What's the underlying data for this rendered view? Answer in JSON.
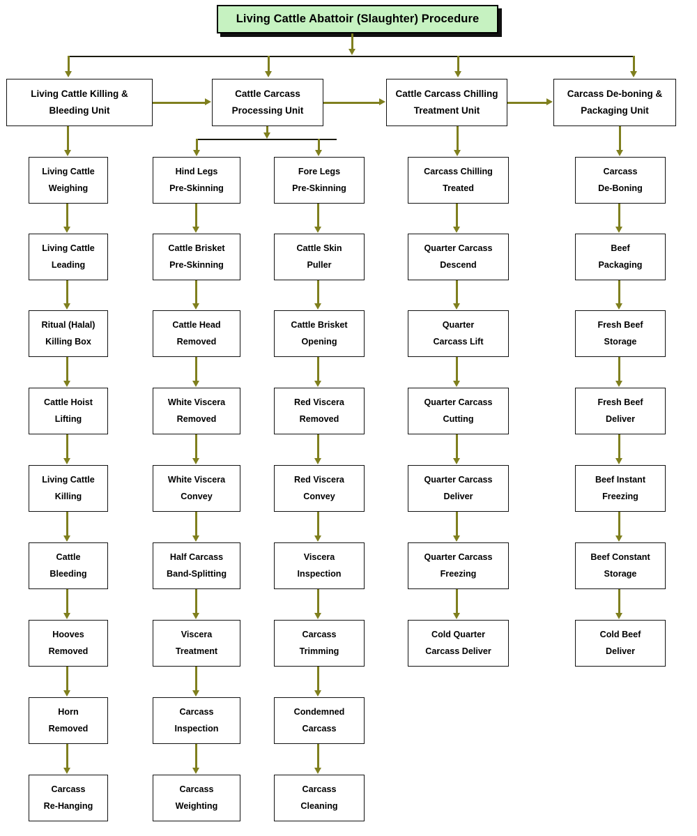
{
  "diagram": {
    "title": "Living Cattle Abattoir (Slaughter)  Procedure",
    "colors": {
      "title_fill": "#c6f2c1",
      "box_fill": "#ffffff",
      "box_border": "#111111",
      "connector": "#7f7f1e",
      "text": "#000000"
    }
  },
  "units": [
    {
      "id": "unit-killing-bleeding",
      "line1": "Living Cattle Killing &",
      "line2": "Bleeding Unit"
    },
    {
      "id": "unit-carcass-processing",
      "line1": "Cattle Carcass",
      "line2": "Processing Unit"
    },
    {
      "id": "unit-chilling-treatment",
      "line1": "Cattle Carcass Chilling",
      "line2": "Treatment Unit"
    },
    {
      "id": "unit-deboning-packaging",
      "line1": "Carcass De-boning &",
      "line2": "Packaging Unit"
    }
  ],
  "columns": [
    {
      "id": "column-killing-bleeding",
      "parent_unit": "unit-killing-bleeding",
      "steps": [
        {
          "line1": "Living Cattle",
          "line2": "Weighing"
        },
        {
          "line1": "Living Cattle",
          "line2": "Leading"
        },
        {
          "line1": "Ritual (Halal)",
          "line2": "Killing Box"
        },
        {
          "line1": "Cattle Hoist",
          "line2": "Lifting"
        },
        {
          "line1": "Living Cattle",
          "line2": "Killing"
        },
        {
          "line1": "Cattle",
          "line2": "Bleeding"
        },
        {
          "line1": "Hooves",
          "line2": "Removed"
        },
        {
          "line1": "Horn",
          "line2": "Removed"
        },
        {
          "line1": "Carcass",
          "line2": "Re-Hanging"
        }
      ]
    },
    {
      "id": "column-hind-legs",
      "parent_unit": "unit-carcass-processing",
      "steps": [
        {
          "line1": "Hind Legs",
          "line2": "Pre-Skinning"
        },
        {
          "line1": "Cattle Brisket",
          "line2": "Pre-Skinning"
        },
        {
          "line1": "Cattle Head",
          "line2": "Removed"
        },
        {
          "line1": "White Viscera",
          "line2": "Removed"
        },
        {
          "line1": "White Viscera",
          "line2": "Convey"
        },
        {
          "line1": "Half Carcass",
          "line2": "Band-Splitting"
        },
        {
          "line1": "Viscera",
          "line2": "Treatment"
        },
        {
          "line1": "Carcass",
          "line2": "Inspection"
        },
        {
          "line1": "Carcass",
          "line2": "Weighting"
        }
      ]
    },
    {
      "id": "column-fore-legs",
      "parent_unit": "unit-carcass-processing",
      "steps": [
        {
          "line1": "Fore Legs",
          "line2": "Pre-Skinning"
        },
        {
          "line1": "Cattle Skin",
          "line2": "Puller"
        },
        {
          "line1": "Cattle Brisket",
          "line2": "Opening"
        },
        {
          "line1": "Red Viscera",
          "line2": "Removed"
        },
        {
          "line1": "Red Viscera",
          "line2": "Convey"
        },
        {
          "line1": "Viscera",
          "line2": "Inspection"
        },
        {
          "line1": "Carcass",
          "line2": "Trimming"
        },
        {
          "line1": "Condemned",
          "line2": "Carcass"
        },
        {
          "line1": "Carcass",
          "line2": "Cleaning"
        }
      ]
    },
    {
      "id": "column-chilling",
      "parent_unit": "unit-chilling-treatment",
      "steps": [
        {
          "line1": "Carcass Chilling",
          "line2": "Treated"
        },
        {
          "line1": "Quarter Carcass",
          "line2": "Descend"
        },
        {
          "line1": "Quarter",
          "line2": "Carcass Lift"
        },
        {
          "line1": "Quarter Carcass",
          "line2": "Cutting"
        },
        {
          "line1": "Quarter Carcass",
          "line2": "Deliver"
        },
        {
          "line1": "Quarter Carcass",
          "line2": "Freezing"
        },
        {
          "line1": "Cold Quarter",
          "line2": "Carcass Deliver"
        }
      ]
    },
    {
      "id": "column-deboning",
      "parent_unit": "unit-deboning-packaging",
      "steps": [
        {
          "line1": "Carcass",
          "line2": "De-Boning"
        },
        {
          "line1": "Beef",
          "line2": "Packaging"
        },
        {
          "line1": "Fresh Beef",
          "line2": "Storage"
        },
        {
          "line1": "Fresh Beef",
          "line2": "Deliver"
        },
        {
          "line1": "Beef Instant",
          "line2": "Freezing"
        },
        {
          "line1": "Beef Constant",
          "line2": "Storage"
        },
        {
          "line1": "Cold Beef",
          "line2": "Deliver"
        }
      ]
    }
  ]
}
